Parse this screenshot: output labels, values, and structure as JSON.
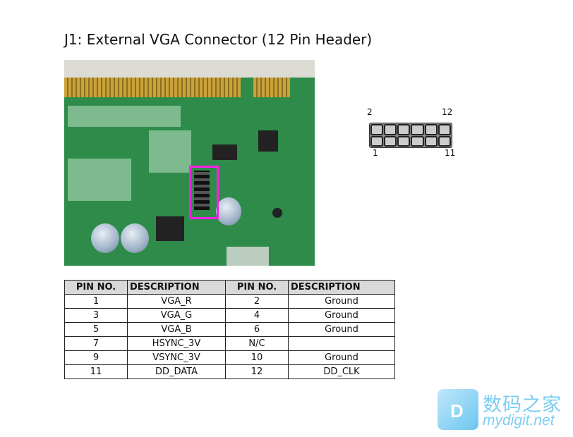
{
  "title": "J1: External VGA Connector (12 Pin Header)",
  "diagram": {
    "label_top_left": "2",
    "label_top_right": "12",
    "label_bottom_left": "1",
    "label_bottom_right": "11"
  },
  "table": {
    "headers": [
      "PIN NO.",
      "DESCRIPTION",
      "PIN NO.",
      "DESCRIPTION"
    ],
    "rows": [
      [
        "1",
        "VGA_R",
        "2",
        "Ground"
      ],
      [
        "3",
        "VGA_G",
        "4",
        "Ground"
      ],
      [
        "5",
        "VGA_B",
        "6",
        "Ground"
      ],
      [
        "7",
        "HSYNC_3V",
        "N/C",
        ""
      ],
      [
        "9",
        "VSYNC_3V",
        "10",
        "Ground"
      ],
      [
        "11",
        "DD_DATA",
        "12",
        "DD_CLK"
      ]
    ]
  },
  "watermark": {
    "cn": "数码之家",
    "en": "mydigit.net"
  },
  "colors": {
    "highlight": "#ff1ee6",
    "header_bg": "#d9d9d9"
  }
}
